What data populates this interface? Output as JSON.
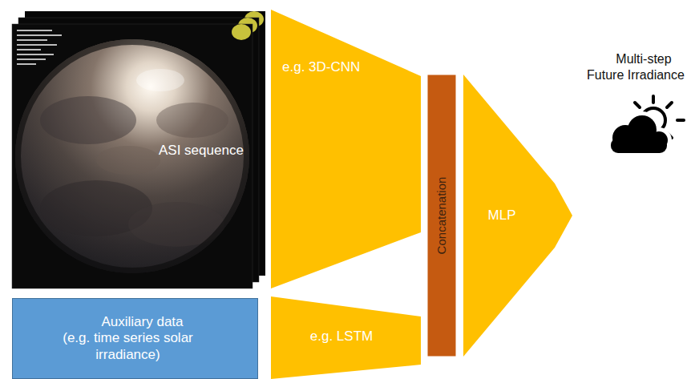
{
  "diagram": {
    "nodes": [
      {
        "text": [
          "ASI sequence"
        ]
      },
      {
        "text": [
          "Auxiliary data (e.g. time series solar irradiance)"
        ]
      },
      {
        "text": [
          "e.g. 3D-CNN"
        ]
      },
      {
        "text": [
          "e.g. LSTM"
        ]
      },
      {
        "text": [
          "Concatenation"
        ]
      },
      {
        "text": [
          "MLP"
        ]
      }
    ],
    "labels": [
      "Multi-step Future Irradiance"
    ]
  }
}
